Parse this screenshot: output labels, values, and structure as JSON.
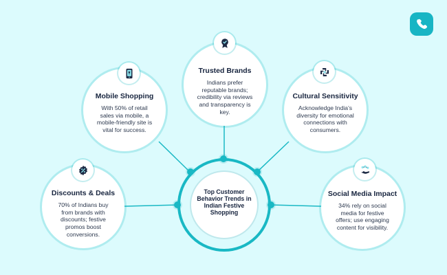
{
  "diagram": {
    "center_title": "Top Customer Behavior Trends in Indian Festive Shopping"
  },
  "nodes": {
    "mobile": {
      "title": "Mobile Shopping",
      "text": "With 50% of retail sales via mobile, a mobile-friendly site is vital for success.",
      "icon": "smartphone-cart-icon"
    },
    "trusted": {
      "title": "Trusted Brands",
      "text": "Indians prefer reputable brands; credibility via reviews and transparency is key.",
      "icon": "verified-badge-icon"
    },
    "cultural": {
      "title": "Cultural Sensitivity",
      "text": "Acknowledge India’s diversity for emotional connections with consumers.",
      "icon": "diversity-hands-icon"
    },
    "discounts": {
      "title": "Discounts & Deals",
      "text": "70% of Indians buy from brands with discounts; festive promos boost conversions.",
      "icon": "discount-badge-icon"
    },
    "social": {
      "title": "Social Media Impact",
      "text": "34% rely on social media for festive offers; use engaging content for visibility.",
      "icon": "social-network-icon"
    }
  },
  "floating_button": {
    "icon": "phone-icon"
  },
  "colors": {
    "background": "#dcfbfd",
    "accent": "#19b8c4",
    "text": "#18253f",
    "node_fill": "#ffffff"
  }
}
